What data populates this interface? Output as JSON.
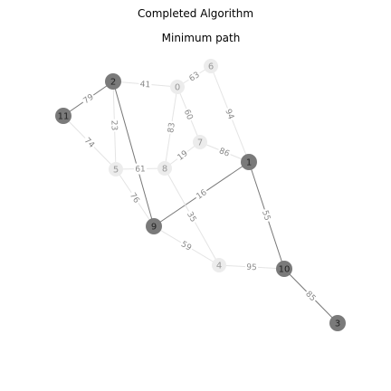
{
  "title": "Completed Algorithm",
  "subtitle": "Minimum path",
  "colors": {
    "background": "#ffffff",
    "path_node_fill": "#7a7a7a",
    "other_node_fill": "#ececec",
    "path_edge": "#777777",
    "other_edge": "#e4e4e4",
    "path_node_text": "#222222",
    "other_node_text": "#999999",
    "edge_label_text": "#888888"
  },
  "nodes": [
    {
      "id": "0",
      "on_path": false
    },
    {
      "id": "1",
      "on_path": true
    },
    {
      "id": "2",
      "on_path": true
    },
    {
      "id": "3",
      "on_path": true
    },
    {
      "id": "4",
      "on_path": false
    },
    {
      "id": "5",
      "on_path": false
    },
    {
      "id": "6",
      "on_path": false
    },
    {
      "id": "7",
      "on_path": false
    },
    {
      "id": "8",
      "on_path": false
    },
    {
      "id": "9",
      "on_path": true
    },
    {
      "id": "10",
      "on_path": true
    },
    {
      "id": "11",
      "on_path": true
    }
  ],
  "edges": [
    {
      "from": "11",
      "to": "2",
      "weight": "79",
      "on_path": true
    },
    {
      "from": "2",
      "to": "9",
      "weight": "",
      "on_path": true
    },
    {
      "from": "9",
      "to": "1",
      "weight": "16",
      "on_path": true
    },
    {
      "from": "1",
      "to": "10",
      "weight": "55",
      "on_path": true
    },
    {
      "from": "10",
      "to": "3",
      "weight": "85",
      "on_path": true
    },
    {
      "from": "2",
      "to": "0",
      "weight": "41",
      "on_path": false
    },
    {
      "from": "0",
      "to": "6",
      "weight": "63",
      "on_path": false
    },
    {
      "from": "6",
      "to": "1",
      "weight": "94",
      "on_path": false
    },
    {
      "from": "0",
      "to": "7",
      "weight": "60",
      "on_path": false
    },
    {
      "from": "0",
      "to": "8",
      "weight": "83",
      "on_path": false
    },
    {
      "from": "11",
      "to": "5",
      "weight": "74",
      "on_path": false
    },
    {
      "from": "2",
      "to": "5",
      "weight": "23",
      "on_path": false
    },
    {
      "from": "5",
      "to": "8",
      "weight": "61",
      "on_path": false
    },
    {
      "from": "8",
      "to": "7",
      "weight": "19",
      "on_path": false
    },
    {
      "from": "7",
      "to": "1",
      "weight": "86",
      "on_path": false
    },
    {
      "from": "5",
      "to": "9",
      "weight": "76",
      "on_path": false
    },
    {
      "from": "8",
      "to": "4",
      "weight": "35",
      "on_path": false
    },
    {
      "from": "9",
      "to": "4",
      "weight": "59",
      "on_path": false
    },
    {
      "from": "4",
      "to": "10",
      "weight": "95",
      "on_path": false
    }
  ]
}
